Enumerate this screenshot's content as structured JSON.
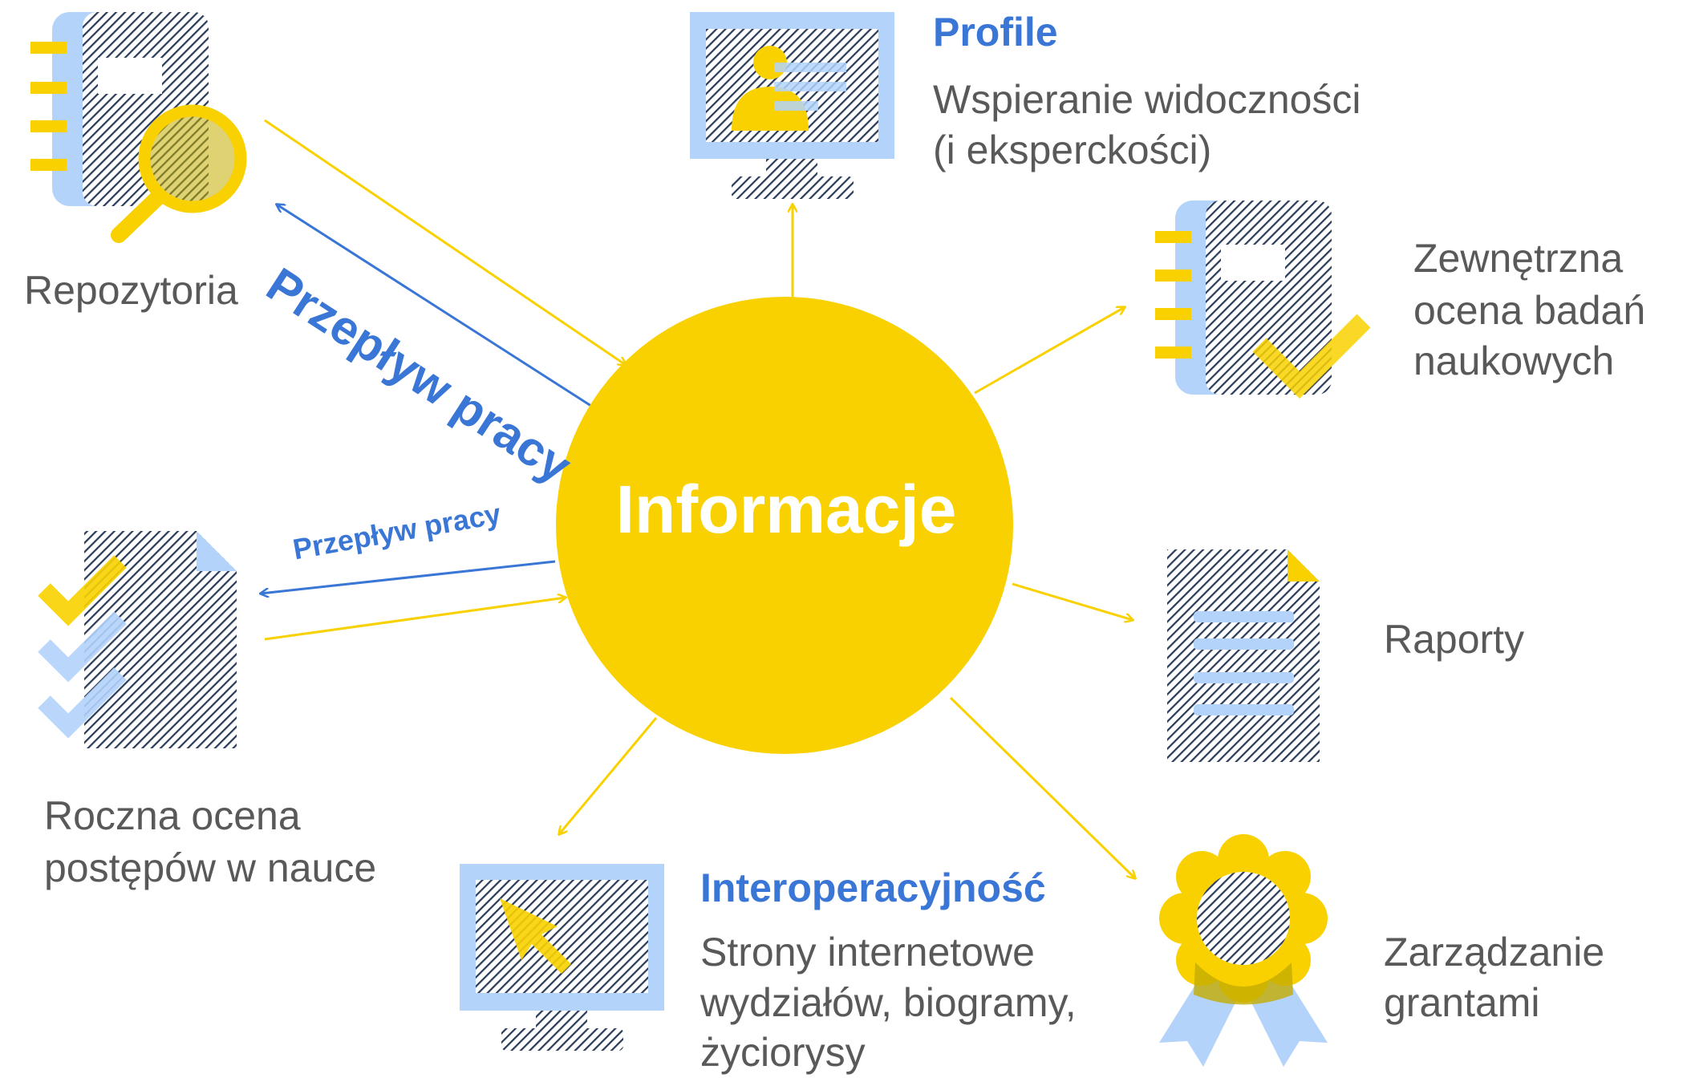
{
  "diagram": {
    "center": {
      "label": "Informacje"
    },
    "workflow_top_label": "Przepływ pracy",
    "workflow_bottom_label": "Przepływ pracy",
    "nodes": {
      "repositories": {
        "label": "Repozytoria"
      },
      "profiles": {
        "title": "Profile",
        "lines": [
          "Wspieranie widoczności",
          "(i eksperckości)"
        ]
      },
      "external_evaluation": {
        "lines": [
          "Zewnętrzna",
          "ocena badań",
          "naukowych"
        ]
      },
      "reports": {
        "label": "Raporty"
      },
      "grant_management": {
        "lines": [
          "Zarządzanie",
          "grantami"
        ]
      },
      "interoperability": {
        "title": "Interoperacyjność",
        "lines": [
          "Strony internetowe",
          "wydziałów, biogramy,",
          "życiorysy"
        ]
      },
      "annual_review": {
        "lines": [
          "Roczna ocena",
          "postępów w nauce"
        ]
      }
    },
    "colors": {
      "yellow": "#f9d100",
      "olive": "#c3ad00",
      "light_blue": "#b3d3fb",
      "blue_text": "#3a76d6",
      "dark_hatch": "#2c3d5a",
      "gray_text": "#595959"
    }
  }
}
